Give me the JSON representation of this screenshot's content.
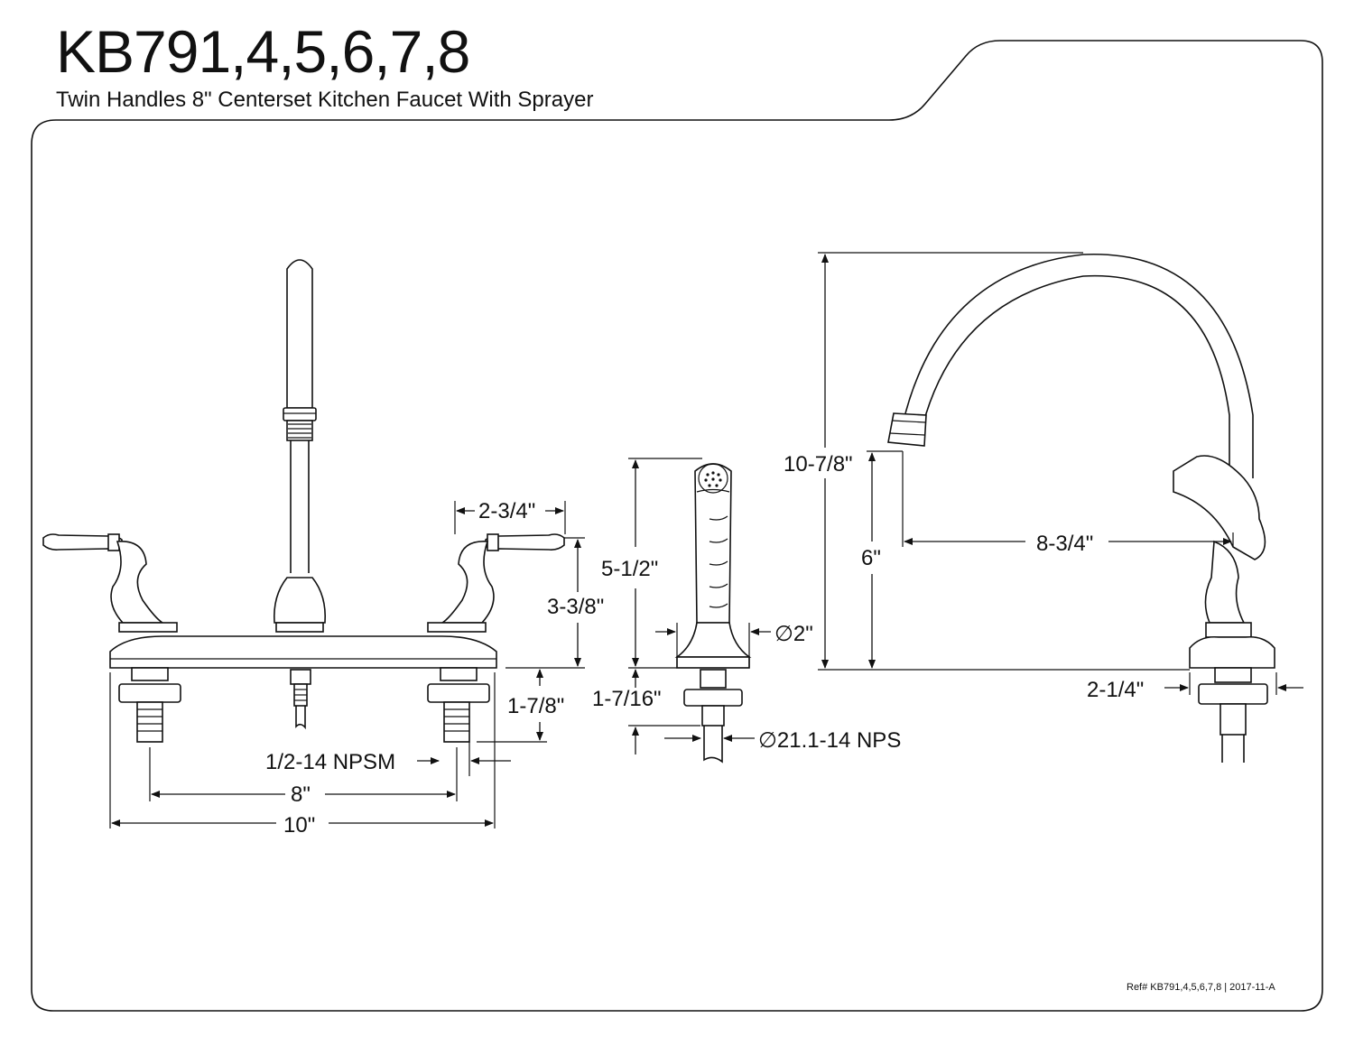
{
  "header": {
    "model": "KB791,4,5,6,7,8",
    "description": "Twin Handles 8\" Centerset Kitchen Faucet With Sprayer"
  },
  "footer": {
    "reference": "Ref# KB791,4,5,6,7,8 | 2017-11-A"
  },
  "dimensions": {
    "handle_width": "2-3/4\"",
    "handle_height": "3-3/8\"",
    "shank_length": "1-7/8\"",
    "shank_thread": "1/2-14 NPSM",
    "center_spacing": "8\"",
    "overall_width": "10\"",
    "sprayer_height": "5-1/2\"",
    "sprayer_base_diameter": "∅2\"",
    "sprayer_shank_length": "1-7/16\"",
    "sprayer_thread": "∅21.1-14 NPS",
    "overall_height": "10-7/8\"",
    "spout_clearance": "6\"",
    "spout_reach": "8-3/4\"",
    "deck_max_thickness": "2-1/4\""
  }
}
